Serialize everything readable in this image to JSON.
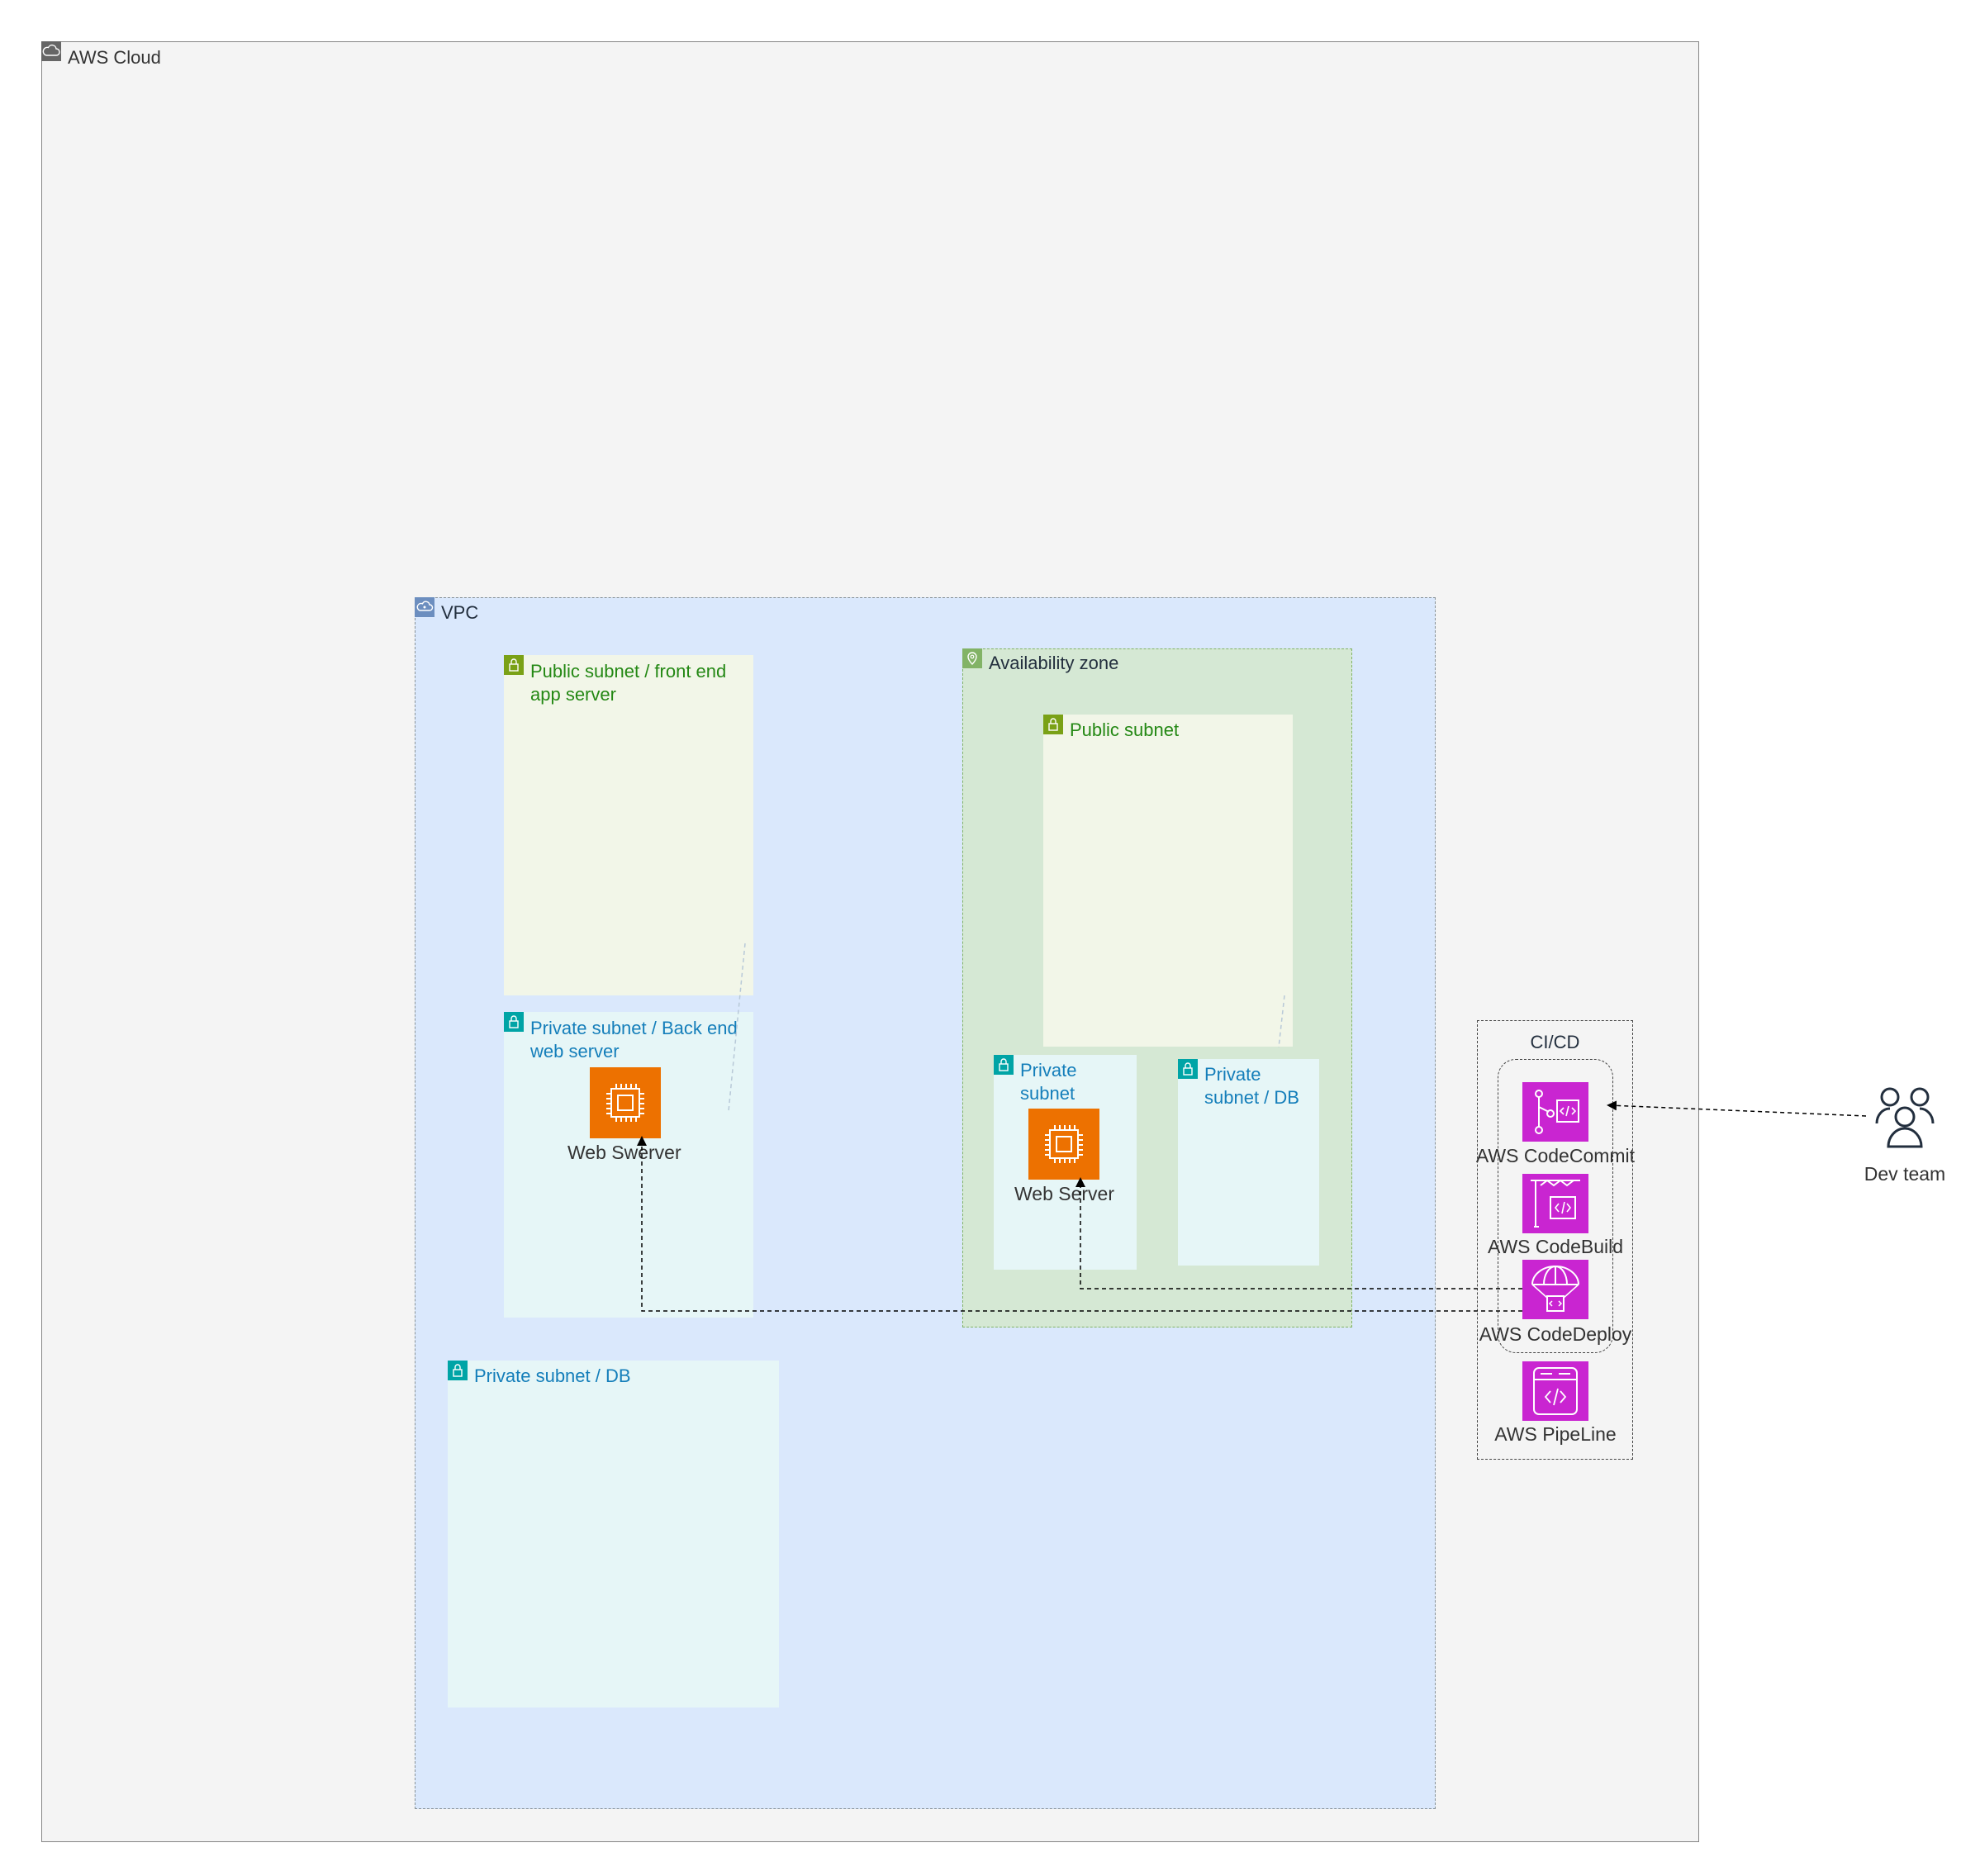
{
  "aws_cloud": {
    "label": "AWS Cloud"
  },
  "vpc": {
    "label": "VPC"
  },
  "public_subnet_front": {
    "label_line1": "Public subnet / front end",
    "label_line2": "app server"
  },
  "private_subnet_back": {
    "label_line1": "Private subnet / Back end",
    "label_line2": "web server"
  },
  "web_server_left": {
    "label": "Web Swerver"
  },
  "private_subnet_db_left": {
    "label": "Private subnet / DB"
  },
  "availability_zone": {
    "label": "Availability zone"
  },
  "public_subnet_az": {
    "label": "Public subnet"
  },
  "private_subnet_az": {
    "label_line1": "Private",
    "label_line2": "subnet"
  },
  "web_server_right": {
    "label": "Web Server"
  },
  "private_subnet_db_az": {
    "label_line1": "Private",
    "label_line2": "subnet / DB"
  },
  "cicd": {
    "label": "CI/CD",
    "services": [
      {
        "name": "AWS CodeCommit",
        "icon": "codecommit-icon"
      },
      {
        "name": "AWS CodeBuild",
        "icon": "codebuild-icon"
      },
      {
        "name": "AWS CodeDeploy",
        "icon": "codedeploy-icon"
      },
      {
        "name": "AWS PipeLine",
        "icon": "codepipeline-icon"
      }
    ]
  },
  "dev_team": {
    "label": "Dev team",
    "icon": "users-icon"
  },
  "colors": {
    "aws_cloud_bg": "#F4F4F4",
    "vpc_bg": "#DAE8FC",
    "az_bg": "#D5E8D4",
    "public_subnet_bg": "#F2F6E8",
    "private_subnet_bg": "#E6F6F7",
    "public_subnet_text": "#248814",
    "private_subnet_text": "#147EBA",
    "ec2": "#ED7100",
    "devtools": "#C925D1"
  }
}
